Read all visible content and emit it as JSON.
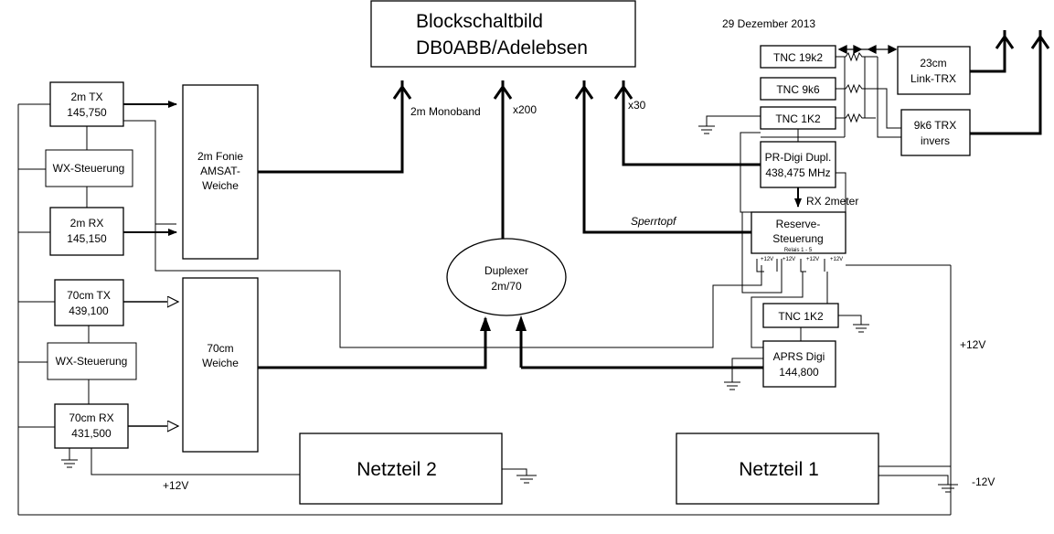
{
  "title": {
    "line1": "Blockschaltbild",
    "line2": "DB0ABB/Adelebsen"
  },
  "date": "29 Dezember 2013",
  "blocks": {
    "tx2m": {
      "l1": "2m TX",
      "l2": "145,750"
    },
    "wx1": {
      "l1": "WX-Steuerung"
    },
    "rx2m": {
      "l1": "2m RX",
      "l2": "145,150"
    },
    "fonie": {
      "l1": "2m Fonie",
      "l2": "AMSAT-",
      "l3": "Weiche"
    },
    "tx70": {
      "l1": "70cm TX",
      "l2": "439,100"
    },
    "wx2": {
      "l1": "WX-Steuerung"
    },
    "rx70": {
      "l1": "70cm RX",
      "l2": "431,500"
    },
    "weiche70": {
      "l1": "70cm",
      "l2": "Weiche"
    },
    "duplexer": {
      "l1": "Duplexer",
      "l2": "2m/70"
    },
    "netz2": {
      "l1": "Netzteil 2"
    },
    "netz1": {
      "l1": "Netzteil 1"
    },
    "tnc19k2": {
      "l1": "TNC 19k2"
    },
    "tnc9k6": {
      "l1": "TNC 9k6"
    },
    "tnc1k2a": {
      "l1": "TNC 1K2"
    },
    "prdigi": {
      "l1": "PR-Digi Dupl.",
      "l2": "438,475 MHz"
    },
    "reserve": {
      "l1": "Reserve-",
      "l2": "Steuerung",
      "l3": "Relais 1 - 5"
    },
    "tnc1k2b": {
      "l1": "TNC 1K2"
    },
    "aprs": {
      "l1": "APRS Digi",
      "l2": "144,800"
    },
    "link23": {
      "l1": "23cm",
      "l2": "Link-TRX"
    },
    "trx9k6": {
      "l1": "9k6 TRX",
      "l2": "invers"
    }
  },
  "labels": {
    "monoband": "2m Monoband",
    "x200": "x200",
    "x30": "x30",
    "sperrtopf": "Sperrtopf",
    "rx2meter": "RX 2meter",
    "plus12_bottom": "+12V",
    "plus12_right": "+12V",
    "minus12": "-12V",
    "relay_v": [
      "+12V",
      "+12V",
      "+12V",
      "+12V"
    ]
  }
}
